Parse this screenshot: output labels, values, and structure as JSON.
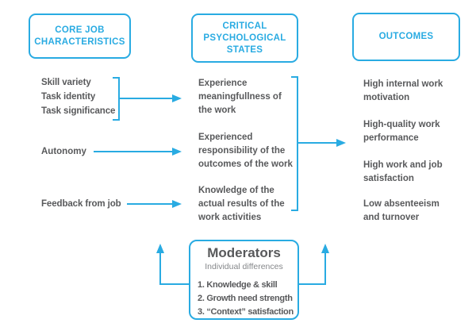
{
  "colors": {
    "accent": "#29ABE2",
    "text": "#58595B",
    "muted": "#85878A",
    "background": "#FFFFFF"
  },
  "core": {
    "header": "CORE JOB CHARACTERISTICS",
    "grouped_items": [
      "Skill variety",
      "Task identity",
      "Task significance"
    ],
    "single_items": [
      "Autonomy",
      "Feedback from job"
    ]
  },
  "psych": {
    "header": "CRITICAL PSYCHOLOGICAL STATES",
    "items": [
      {
        "lines": [
          "Experience",
          "meaningfullness of",
          "the work"
        ]
      },
      {
        "lines": [
          "Experienced",
          "responsibility of the",
          "outcomes of the work"
        ]
      },
      {
        "lines": [
          "Knowledge of the",
          "actual results of the",
          "work activities"
        ]
      }
    ]
  },
  "outcomes": {
    "header": "OUTCOMES",
    "items": [
      {
        "lines": [
          "High internal work",
          "motivation"
        ]
      },
      {
        "lines": [
          "High-quality work",
          "performance"
        ]
      },
      {
        "lines": [
          "High work and job",
          "satisfaction"
        ]
      },
      {
        "lines": [
          "Low absenteeism",
          "and turnover"
        ]
      }
    ]
  },
  "moderators": {
    "title": "Moderators",
    "subtitle": "Individual differences",
    "items": [
      "1. Knowledge & skill",
      "2. Growth need strength",
      "3. “Context” satisfaction"
    ]
  }
}
